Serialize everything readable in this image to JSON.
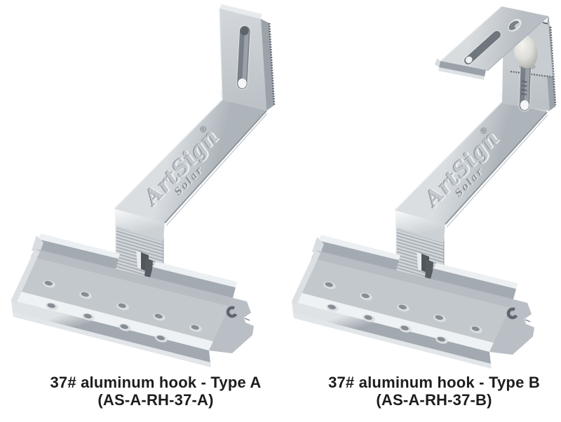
{
  "page": {
    "background": "#ffffff"
  },
  "figures": [
    {
      "name": "hook-type-a",
      "caption_title": "37# aluminum hook - Type A",
      "caption_code": "(AS-A-RH-37-A)",
      "brand_name": "ArtSign",
      "brand_sub": "Solar",
      "brand_reg": "®"
    },
    {
      "name": "hook-type-b",
      "caption_title": "37# aluminum hook - Type B",
      "caption_code": "(AS-A-RH-37-B)",
      "brand_name": "ArtSign",
      "brand_sub": "Solar",
      "brand_reg": "®"
    }
  ],
  "colors": {
    "background": "#ffffff",
    "metal_base": "#c6cbd0",
    "metal_highlight": "#f2f4f6",
    "metal_shadow": "#9aa1a8",
    "metal_dark": "#60666d",
    "caption_text": "#1d1d1d"
  }
}
